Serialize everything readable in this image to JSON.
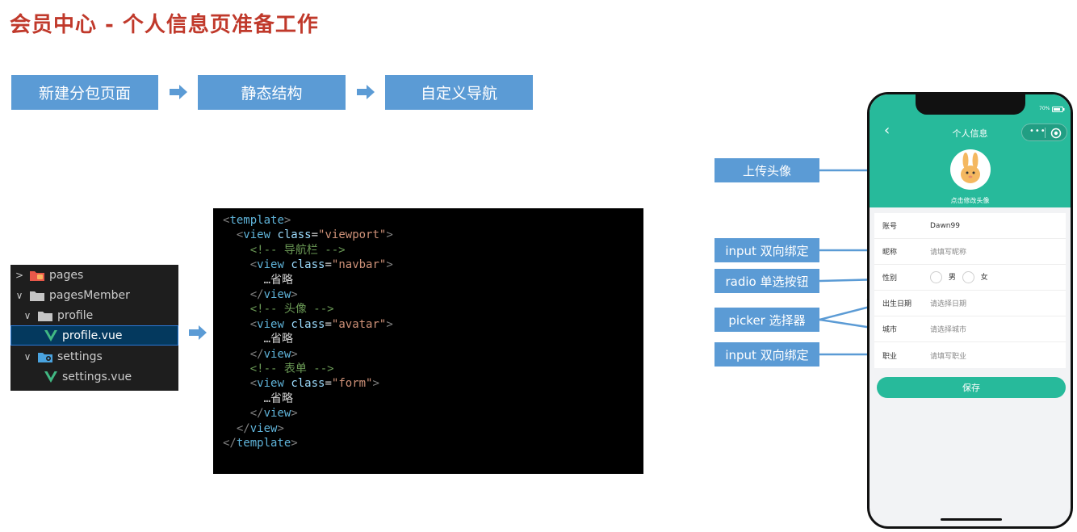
{
  "title": "会员中心 - 个人信息页准备工作",
  "steps": [
    {
      "label": "新建分包页面"
    },
    {
      "label": "静态结构"
    },
    {
      "label": "自定义导航"
    }
  ],
  "file_tree": [
    {
      "chevron": ">",
      "name": "pages",
      "icon": "pages-folder-icon"
    },
    {
      "chevron": "∨",
      "name": "pagesMember",
      "icon": "folder-icon"
    },
    {
      "chevron": "∨",
      "name": "profile",
      "icon": "folder-icon"
    },
    {
      "chevron": "",
      "name": "profile.vue",
      "icon": "vue-icon",
      "selected": true
    },
    {
      "chevron": "∨",
      "name": "settings",
      "icon": "settings-folder-icon"
    },
    {
      "chevron": "",
      "name": "settings.vue",
      "icon": "vue-icon"
    }
  ],
  "code": {
    "tpl_open": "template",
    "tpl_close": "template",
    "view": "view",
    "class_attr": "class",
    "viewport": "\"viewport\"",
    "comment_nav": "<!-- 导航栏 -->",
    "navbar": "\"navbar\"",
    "omit": "…省略",
    "comment_avatar": "<!-- 头像 -->",
    "avatar": "\"avatar\"",
    "comment_form": "<!-- 表单 -->",
    "form": "\"form\""
  },
  "annotations": [
    {
      "label": "上传头像"
    },
    {
      "label": "input 双向绑定"
    },
    {
      "label": "radio 单选按钮"
    },
    {
      "label": "picker 选择器"
    },
    {
      "label": "input 双向绑定"
    }
  ],
  "phone": {
    "battery": "70%",
    "nav_title": "个人信息",
    "back": "‹",
    "avatar_caption": "点击修改头像",
    "rows": [
      {
        "label": "账号",
        "value": "Dawn99"
      },
      {
        "label": "昵称",
        "value": "请填写昵称"
      },
      {
        "label": "性别",
        "male": "男",
        "female": "女"
      },
      {
        "label": "出生日期",
        "value": "请选择日期"
      },
      {
        "label": "城市",
        "value": "请选择城市"
      },
      {
        "label": "职业",
        "value": "请填写职业"
      }
    ],
    "save": "保存"
  },
  "colors": {
    "title": "#c0392b",
    "step_bg": "#5b9bd5",
    "brand_green": "#27ba9b"
  }
}
